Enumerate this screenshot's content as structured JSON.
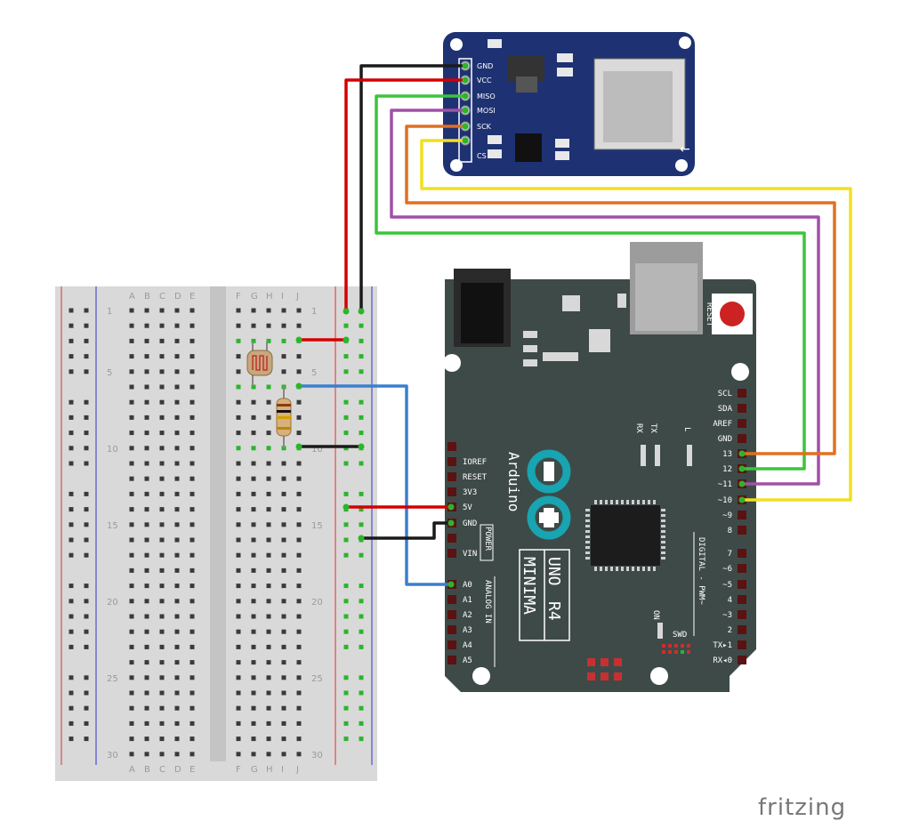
{
  "breadboard": {
    "columns_left": [
      "A",
      "B",
      "C",
      "D",
      "E"
    ],
    "columns_right": [
      "F",
      "G",
      "H",
      "I",
      "J"
    ],
    "row_numbers": [
      "1",
      "5",
      "10",
      "15",
      "20",
      "25",
      "30"
    ]
  },
  "sd_module": {
    "pins": [
      "GND",
      "VCC",
      "MISO",
      "MOSI",
      "SCK",
      "CS"
    ]
  },
  "arduino": {
    "name": "Arduino",
    "model_line1": "UNO",
    "model_line2": "R4",
    "model_line3": "MINIMA",
    "reset_label": "RESET",
    "power_header": [
      "IOREF",
      "RESET",
      "3V3",
      "5V",
      "GND",
      "VIN"
    ],
    "power_title": "POWER",
    "analog_pins": [
      "A0",
      "A1",
      "A2",
      "A3",
      "A4",
      "A5"
    ],
    "analog_title": "ANALOG IN",
    "digital_top": [
      "SCL",
      "SDA",
      "AREF",
      "GND",
      "13",
      "12",
      "~11",
      "~10",
      "~9",
      "8"
    ],
    "digital_bottom": [
      "7",
      "~6",
      "~5",
      "4",
      "~3",
      "2",
      "TX▸1",
      "RX◂0"
    ],
    "digital_title": "DIGITAL - PWM~",
    "rx": "RX",
    "tx": "TX",
    "l": "L",
    "on": "ON",
    "swd": "SWD"
  },
  "watermark": "fritzing",
  "colors": {
    "red": "#d40000",
    "black": "#1a1a1a",
    "green": "#3cc43c",
    "purple": "#a050a8",
    "orange": "#e07020",
    "yellow": "#f0e020",
    "blue": "#3a7fd0",
    "board": "#3e4a48",
    "sd_board": "#1e3273"
  }
}
